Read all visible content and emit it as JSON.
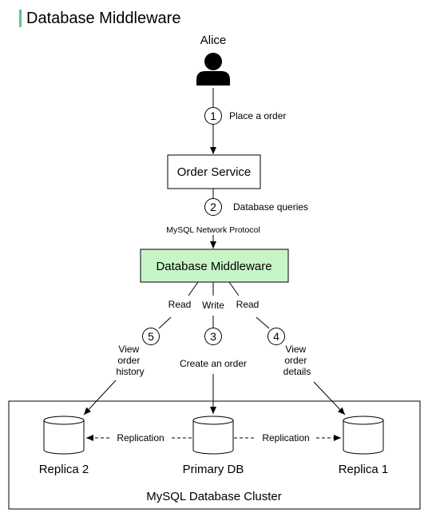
{
  "page_title": "Database Middleware",
  "colors": {
    "accent_bar": "#5fc48a",
    "middleware_fill": "#c8f5c8",
    "stroke": "#000000",
    "background": "#ffffff"
  },
  "icons": {
    "user": "user-icon",
    "database": "database-cylinder-icon"
  },
  "actor": {
    "name": "Alice"
  },
  "steps": [
    {
      "number": "1",
      "label": "Place a order"
    },
    {
      "number": "2",
      "label": "Database queries"
    },
    {
      "number": "3",
      "label": "Create an order"
    },
    {
      "number": "4",
      "label_lines": [
        "View",
        "order",
        "details"
      ]
    },
    {
      "number": "5",
      "label_lines": [
        "View",
        "order",
        "history"
      ]
    }
  ],
  "protocol_label": "MySQL Network Protocol",
  "order_service": {
    "label": "Order Service"
  },
  "middleware": {
    "label": "Database Middleware"
  },
  "branch_labels": {
    "left": "Read",
    "center": "Write",
    "right": "Read"
  },
  "cluster": {
    "label": "MySQL Database Cluster",
    "primary": "Primary DB",
    "replica_left": "Replica 2",
    "replica_right": "Replica 1",
    "replication_left": "Replication",
    "replication_right": "Replication"
  }
}
